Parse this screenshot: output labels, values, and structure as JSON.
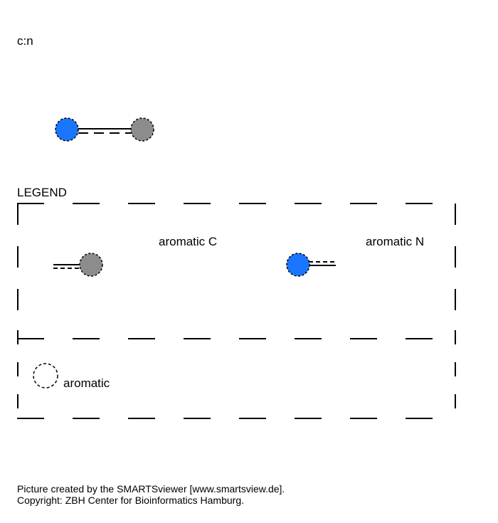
{
  "smarts_pattern": "c:n",
  "legend": {
    "title": "LEGEND",
    "aromatic_c_label": "aromatic C",
    "aromatic_n_label": "aromatic N",
    "aromatic_label": "aromatic"
  },
  "colors": {
    "carbon": "#8c8c8c",
    "nitrogen": "#1a75ff"
  },
  "footer": {
    "line1": "Picture created by the SMARTSviewer [www.smartsview.de].",
    "line2": "Copyright: ZBH Center for Bioinformatics Hamburg."
  }
}
